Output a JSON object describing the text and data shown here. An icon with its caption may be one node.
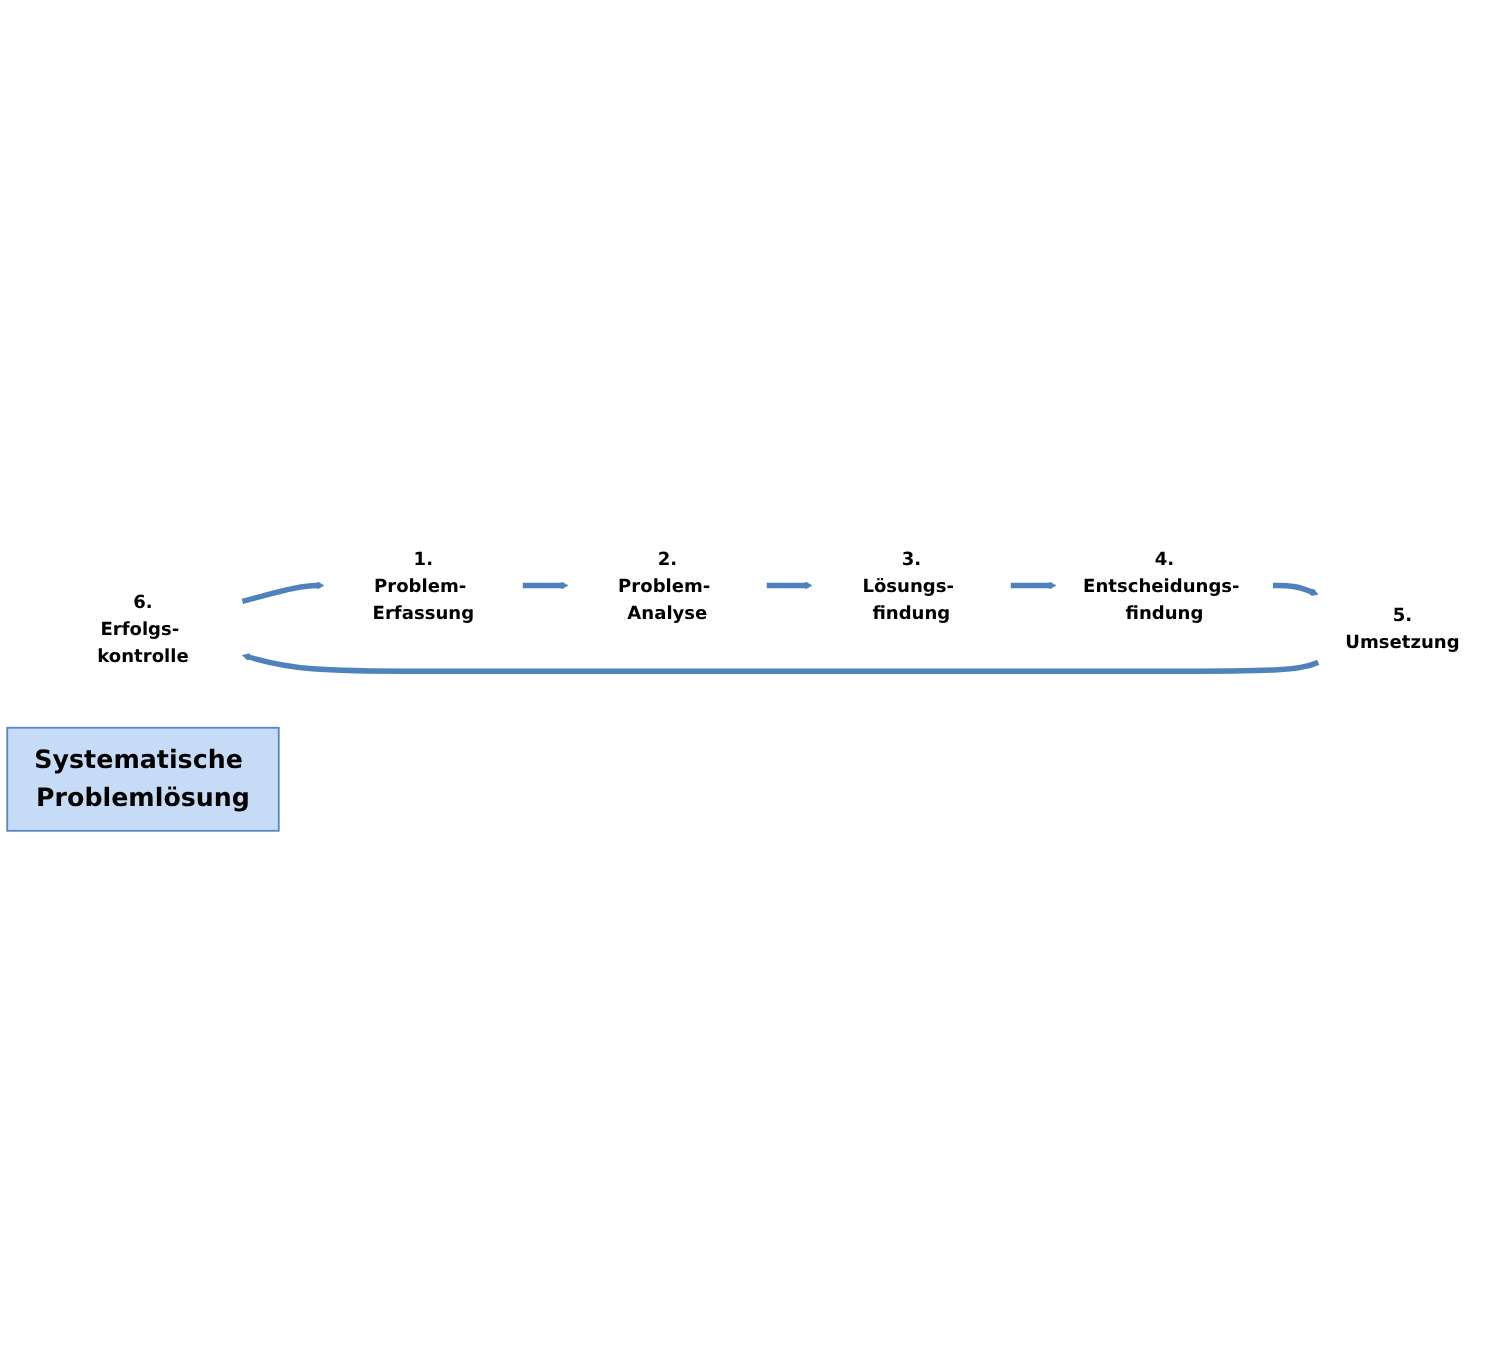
{
  "diagram": {
    "nodes": [
      {
        "text": [
          "6.",
          "Erfolgs- kontrolle"
        ]
      },
      {
        "text": [
          "1.",
          "Problem- Erfassung"
        ]
      },
      {
        "text": [
          "5.",
          "Umsetzung"
        ]
      },
      {
        "text": [
          "Systematische Problemlösung"
        ]
      },
      {
        "text": [
          "2.",
          "Problem- Analyse"
        ]
      },
      {
        "text": [
          "4.",
          "Entscheidungs- findung"
        ]
      },
      {
        "text": [
          "3.",
          "Lösungs- findung"
        ]
      }
    ],
    "edges": [
      {
        "from": 0,
        "to": 1,
        "arrow": "to"
      },
      {
        "from": 1,
        "to": 4,
        "arrow": "to"
      },
      {
        "from": 4,
        "to": 6,
        "arrow": "to"
      },
      {
        "from": 6,
        "to": 5,
        "arrow": "to"
      },
      {
        "from": 5,
        "to": 2,
        "arrow": "to"
      },
      {
        "from": 2,
        "to": 0,
        "arrow": "to"
      }
    ]
  }
}
